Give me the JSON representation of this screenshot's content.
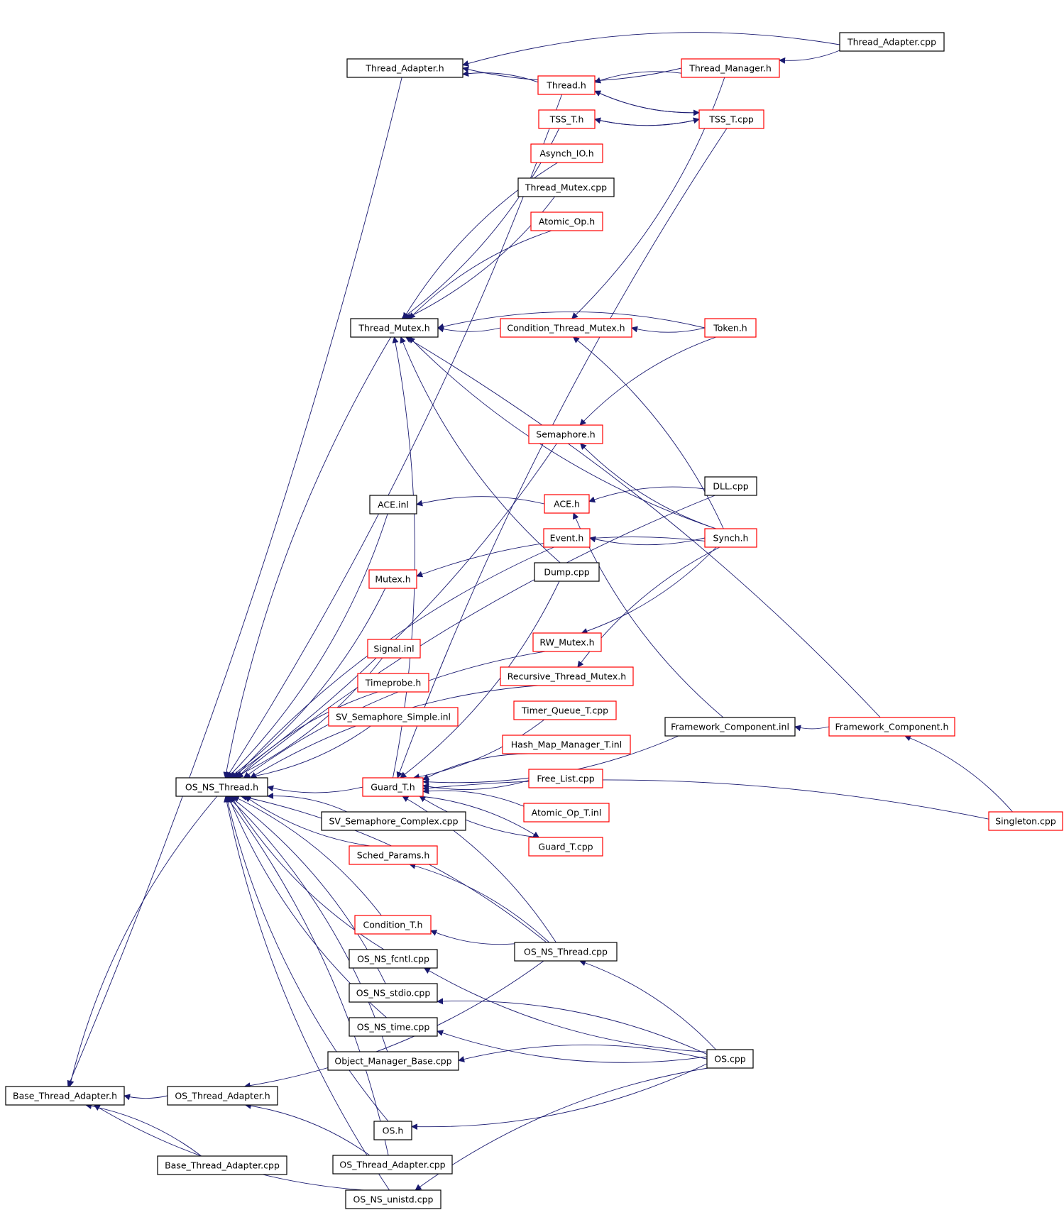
{
  "diagram": {
    "root": "Base_Thread_Adapter.h",
    "colors": {
      "edge": "#191970",
      "node_border_documented": "#000000",
      "node_border_truncated": "#ff0000",
      "root_fill": "#bfbfbf",
      "background": "#ffffff"
    },
    "nodes": [
      {
        "id": "base_thread_adapter_h",
        "label": "Base_Thread_Adapter.h",
        "border": "root"
      },
      {
        "id": "thread_adapter_h",
        "label": "Thread_Adapter.h",
        "border": "black"
      },
      {
        "id": "thread_adapter_cpp",
        "label": "Thread_Adapter.cpp",
        "border": "black"
      },
      {
        "id": "thread_manager_h",
        "label": "Thread_Manager.h",
        "border": "red"
      },
      {
        "id": "thread_h",
        "label": "Thread.h",
        "border": "red"
      },
      {
        "id": "tss_t_h",
        "label": "TSS_T.h",
        "border": "red"
      },
      {
        "id": "tss_t_cpp",
        "label": "TSS_T.cpp",
        "border": "red"
      },
      {
        "id": "asynch_io_h",
        "label": "Asynch_IO.h",
        "border": "red"
      },
      {
        "id": "thread_mutex_cpp",
        "label": "Thread_Mutex.cpp",
        "border": "black"
      },
      {
        "id": "atomic_op_h",
        "label": "Atomic_Op.h",
        "border": "red"
      },
      {
        "id": "thread_mutex_h",
        "label": "Thread_Mutex.h",
        "border": "black"
      },
      {
        "id": "condition_thread_mutex_h",
        "label": "Condition_Thread_Mutex.h",
        "border": "red"
      },
      {
        "id": "token_h",
        "label": "Token.h",
        "border": "red"
      },
      {
        "id": "semaphore_h",
        "label": "Semaphore.h",
        "border": "red"
      },
      {
        "id": "dll_cpp",
        "label": "DLL.cpp",
        "border": "black"
      },
      {
        "id": "ace_inl",
        "label": "ACE.inl",
        "border": "black"
      },
      {
        "id": "ace_h",
        "label": "ACE.h",
        "border": "red"
      },
      {
        "id": "event_h",
        "label": "Event.h",
        "border": "red"
      },
      {
        "id": "synch_h",
        "label": "Synch.h",
        "border": "red"
      },
      {
        "id": "dump_cpp",
        "label": "Dump.cpp",
        "border": "black"
      },
      {
        "id": "mutex_h",
        "label": "Mutex.h",
        "border": "red"
      },
      {
        "id": "rw_mutex_h",
        "label": "RW_Mutex.h",
        "border": "red"
      },
      {
        "id": "signal_inl",
        "label": "Signal.inl",
        "border": "red"
      },
      {
        "id": "recursive_thread_mutex_h",
        "label": "Recursive_Thread_Mutex.h",
        "border": "red"
      },
      {
        "id": "timeprobe_h",
        "label": "Timeprobe.h",
        "border": "red"
      },
      {
        "id": "sv_semaphore_simple_inl",
        "label": "SV_Semaphore_Simple.inl",
        "border": "red"
      },
      {
        "id": "timer_queue_t_cpp",
        "label": "Timer_Queue_T.cpp",
        "border": "red"
      },
      {
        "id": "framework_component_inl",
        "label": "Framework_Component.inl",
        "border": "black"
      },
      {
        "id": "framework_component_h",
        "label": "Framework_Component.h",
        "border": "red"
      },
      {
        "id": "hash_map_manager_t_inl",
        "label": "Hash_Map_Manager_T.inl",
        "border": "red"
      },
      {
        "id": "os_ns_thread_h",
        "label": "OS_NS_Thread.h",
        "border": "black"
      },
      {
        "id": "guard_t_h",
        "label": "Guard_T.h",
        "border": "red"
      },
      {
        "id": "free_list_cpp",
        "label": "Free_List.cpp",
        "border": "red"
      },
      {
        "id": "atomic_op_t_inl",
        "label": "Atomic_Op_T.inl",
        "border": "red"
      },
      {
        "id": "sv_semaphore_complex_cpp",
        "label": "SV_Semaphore_Complex.cpp",
        "border": "black"
      },
      {
        "id": "singleton_cpp",
        "label": "Singleton.cpp",
        "border": "red"
      },
      {
        "id": "guard_t_cpp",
        "label": "Guard_T.cpp",
        "border": "red"
      },
      {
        "id": "sched_params_h",
        "label": "Sched_Params.h",
        "border": "red"
      },
      {
        "id": "condition_t_h",
        "label": "Condition_T.h",
        "border": "red"
      },
      {
        "id": "os_ns_thread_cpp",
        "label": "OS_NS_Thread.cpp",
        "border": "black"
      },
      {
        "id": "os_ns_fcntl_cpp",
        "label": "OS_NS_fcntl.cpp",
        "border": "black"
      },
      {
        "id": "os_ns_stdio_cpp",
        "label": "OS_NS_stdio.cpp",
        "border": "black"
      },
      {
        "id": "os_ns_time_cpp",
        "label": "OS_NS_time.cpp",
        "border": "black"
      },
      {
        "id": "os_cpp",
        "label": "OS.cpp",
        "border": "black"
      },
      {
        "id": "object_manager_base_cpp",
        "label": "Object_Manager_Base.cpp",
        "border": "black"
      },
      {
        "id": "os_thread_adapter_h",
        "label": "OS_Thread_Adapter.h",
        "border": "black"
      },
      {
        "id": "os_h",
        "label": "OS.h",
        "border": "black"
      },
      {
        "id": "base_thread_adapter_cpp",
        "label": "Base_Thread_Adapter.cpp",
        "border": "black"
      },
      {
        "id": "os_thread_adapter_cpp",
        "label": "OS_Thread_Adapter.cpp",
        "border": "black"
      },
      {
        "id": "os_ns_unistd_cpp",
        "label": "OS_NS_unistd.cpp",
        "border": "black"
      }
    ],
    "edges": [
      [
        "thread_adapter_h",
        "base_thread_adapter_h"
      ],
      [
        "os_ns_thread_h",
        "base_thread_adapter_h"
      ],
      [
        "os_thread_adapter_h",
        "base_thread_adapter_h"
      ],
      [
        "base_thread_adapter_cpp",
        "base_thread_adapter_h"
      ],
      [
        "os_ns_unistd_cpp",
        "base_thread_adapter_h"
      ],
      [
        "thread_adapter_cpp",
        "thread_adapter_h"
      ],
      [
        "thread_manager_h",
        "thread_adapter_h"
      ],
      [
        "thread_h",
        "thread_adapter_h"
      ],
      [
        "thread_adapter_cpp",
        "thread_manager_h"
      ],
      [
        "thread_manager_h",
        "thread_h"
      ],
      [
        "tss_t_cpp",
        "thread_h"
      ],
      [
        "thread_h",
        "tss_t_cpp"
      ],
      [
        "tss_t_cpp",
        "tss_t_h"
      ],
      [
        "tss_t_h",
        "tss_t_cpp"
      ],
      [
        "tss_t_h",
        "thread_mutex_h"
      ],
      [
        "asynch_io_h",
        "thread_mutex_h"
      ],
      [
        "thread_mutex_cpp",
        "thread_mutex_h"
      ],
      [
        "atomic_op_h",
        "thread_mutex_h"
      ],
      [
        "condition_thread_mutex_h",
        "thread_mutex_h"
      ],
      [
        "token_h",
        "thread_mutex_h"
      ],
      [
        "synch_h",
        "thread_mutex_h"
      ],
      [
        "framework_component_h",
        "thread_mutex_h"
      ],
      [
        "dump_cpp",
        "thread_mutex_h"
      ],
      [
        "guard_t_h",
        "thread_mutex_h"
      ],
      [
        "token_h",
        "condition_thread_mutex_h"
      ],
      [
        "synch_h",
        "condition_thread_mutex_h"
      ],
      [
        "thread_manager_h",
        "condition_thread_mutex_h"
      ],
      [
        "token_h",
        "semaphore_h"
      ],
      [
        "synch_h",
        "semaphore_h"
      ],
      [
        "dll_cpp",
        "ace_h"
      ],
      [
        "framework_component_inl",
        "ace_h"
      ],
      [
        "ace_h",
        "ace_inl"
      ],
      [
        "synch_h",
        "event_h"
      ],
      [
        "synch_h",
        "mutex_h"
      ],
      [
        "synch_h",
        "rw_mutex_h"
      ],
      [
        "synch_h",
        "recursive_thread_mutex_h"
      ],
      [
        "framework_component_h",
        "framework_component_inl"
      ],
      [
        "singleton_cpp",
        "framework_component_h"
      ],
      [
        "thread_h",
        "os_ns_thread_h"
      ],
      [
        "thread_mutex_h",
        "os_ns_thread_h"
      ],
      [
        "semaphore_h",
        "os_ns_thread_h"
      ],
      [
        "dll_cpp",
        "os_ns_thread_h"
      ],
      [
        "ace_inl",
        "os_ns_thread_h"
      ],
      [
        "event_h",
        "os_ns_thread_h"
      ],
      [
        "mutex_h",
        "os_ns_thread_h"
      ],
      [
        "rw_mutex_h",
        "os_ns_thread_h"
      ],
      [
        "signal_inl",
        "os_ns_thread_h"
      ],
      [
        "timeprobe_h",
        "os_ns_thread_h"
      ],
      [
        "sv_semaphore_simple_inl",
        "os_ns_thread_h"
      ],
      [
        "recursive_thread_mutex_h",
        "os_ns_thread_h"
      ],
      [
        "guard_t_h",
        "os_ns_thread_h"
      ],
      [
        "sv_semaphore_complex_cpp",
        "os_ns_thread_h"
      ],
      [
        "sched_params_h",
        "os_ns_thread_h"
      ],
      [
        "condition_t_h",
        "os_ns_thread_h"
      ],
      [
        "os_ns_fcntl_cpp",
        "os_ns_thread_h"
      ],
      [
        "os_ns_stdio_cpp",
        "os_ns_thread_h"
      ],
      [
        "os_ns_time_cpp",
        "os_ns_thread_h"
      ],
      [
        "object_manager_base_cpp",
        "os_ns_thread_h"
      ],
      [
        "os_h",
        "os_ns_thread_h"
      ],
      [
        "os_thread_adapter_cpp",
        "os_ns_thread_h"
      ],
      [
        "os_ns_unistd_cpp",
        "os_ns_thread_h"
      ],
      [
        "os_ns_thread_cpp",
        "os_ns_thread_h"
      ],
      [
        "timer_queue_t_cpp",
        "guard_t_h"
      ],
      [
        "hash_map_manager_t_inl",
        "guard_t_h"
      ],
      [
        "free_list_cpp",
        "guard_t_h"
      ],
      [
        "atomic_op_t_inl",
        "guard_t_h"
      ],
      [
        "guard_t_cpp",
        "guard_t_h"
      ],
      [
        "singleton_cpp",
        "guard_t_h"
      ],
      [
        "dump_cpp",
        "guard_t_h"
      ],
      [
        "os_ns_thread_cpp",
        "guard_t_h"
      ],
      [
        "framework_component_inl",
        "guard_t_h"
      ],
      [
        "tss_t_cpp",
        "guard_t_h"
      ],
      [
        "guard_t_h",
        "guard_t_cpp"
      ],
      [
        "os_ns_thread_cpp",
        "sched_params_h"
      ],
      [
        "os_ns_thread_cpp",
        "condition_t_h"
      ],
      [
        "os_cpp",
        "os_ns_thread_cpp"
      ],
      [
        "os_cpp",
        "os_ns_fcntl_cpp"
      ],
      [
        "os_cpp",
        "os_ns_stdio_cpp"
      ],
      [
        "os_cpp",
        "os_ns_time_cpp"
      ],
      [
        "os_cpp",
        "object_manager_base_cpp"
      ],
      [
        "os_cpp",
        "os_h"
      ],
      [
        "os_cpp",
        "os_ns_unistd_cpp"
      ],
      [
        "os_ns_thread_cpp",
        "os_thread_adapter_h"
      ],
      [
        "os_thread_adapter_cpp",
        "os_thread_adapter_h"
      ]
    ]
  }
}
